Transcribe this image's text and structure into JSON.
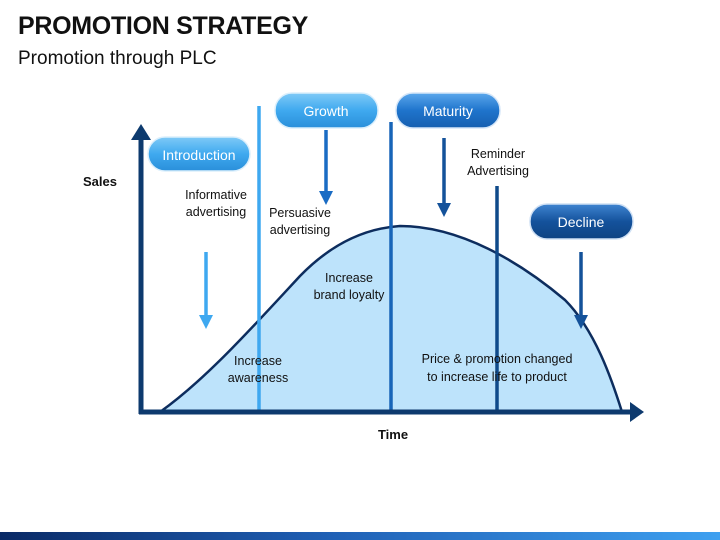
{
  "title": "PROMOTION STRATEGY",
  "subtitle": "Promotion through PLC",
  "axes": {
    "y_label": "Sales",
    "x_label": "Time"
  },
  "stages": [
    {
      "label": "Introduction"
    },
    {
      "label": "Growth"
    },
    {
      "label": "Maturity"
    },
    {
      "label": "Decline"
    }
  ],
  "notes": {
    "informative": [
      "Informative",
      "advertising"
    ],
    "persuasive": [
      "Persuasive",
      "advertising"
    ],
    "reminder": [
      "Reminder",
      "Advertising"
    ],
    "awareness": [
      "Increase",
      "awareness"
    ],
    "loyalty": [
      "Increase",
      "brand loyalty"
    ],
    "price": [
      "Price & promotion changed",
      "to increase life to product"
    ]
  },
  "colors": {
    "axis": "#0d3a6e",
    "curve_fill": "#bde3fb",
    "curve_stroke": "#0d2d5e",
    "light_blue": "#3ea8f0",
    "dark_blue": "#1865b8",
    "navy": "#0f4a8a"
  }
}
